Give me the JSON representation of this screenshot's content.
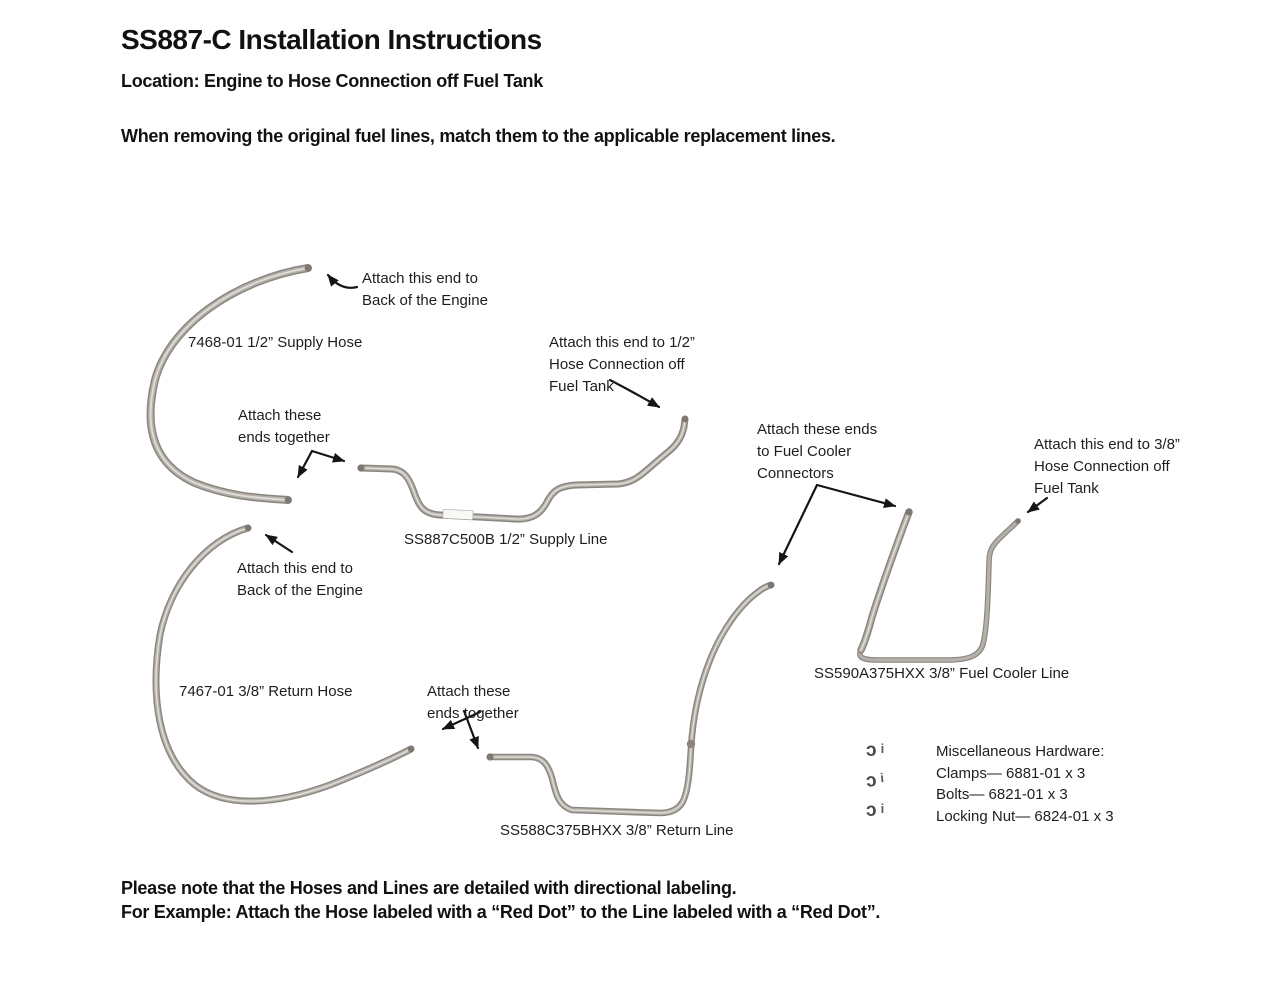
{
  "header": {
    "title": "SS887-C Installation Instructions",
    "location": "Location: Engine to Hose Connection off Fuel Tank",
    "intro": "When removing the original fuel lines, match them to the applicable replacement lines."
  },
  "diagram": {
    "supply_hose": {
      "label": "7468-01 1/2” Supply Hose",
      "callout_engine": "Attach this end to\nBack of the Engine",
      "callout_join": "Attach these\nends together"
    },
    "supply_line": {
      "label": "SS887C500B 1/2” Supply Line",
      "callout_tank": "Attach this end to 1/2”\nHose Connection off\nFuel Tank"
    },
    "return_hose": {
      "label": "7467-01 3/8” Return Hose",
      "callout_engine": "Attach this end to\nBack of the Engine",
      "callout_join": "Attach these\nends together"
    },
    "return_line": {
      "label": "SS588C375BHXX 3/8” Return Line"
    },
    "fuel_cooler_line": {
      "label": "SS590A375HXX 3/8” Fuel Cooler Line",
      "callout_cooler": "Attach these ends\nto Fuel Cooler\nConnectors",
      "callout_tank": "Attach this end to 3/8”\nHose Connection off\nFuel Tank"
    },
    "hardware": {
      "title": "Miscellaneous Hardware:",
      "items": [
        "Clamps— 6881-01 x 3",
        "Bolts— 6821-01 x 3",
        "Locking Nut— 6824-01 x 3"
      ],
      "icon_clamp": "ɔ",
      "icon_bolt": "i"
    }
  },
  "footer": {
    "note1": "Please note that the Hoses and Lines are detailed with directional labeling.",
    "note2": "For Example: Attach the Hose labeled with a “Red Dot” to the Line labeled with a “Red Dot”."
  },
  "colors": {
    "text": "#1c1c1c",
    "hose_edge": "#8a867f",
    "hose_body": "#b5b1aa",
    "hose_highlight": "#e0ddd8",
    "arrow": "#151515"
  }
}
